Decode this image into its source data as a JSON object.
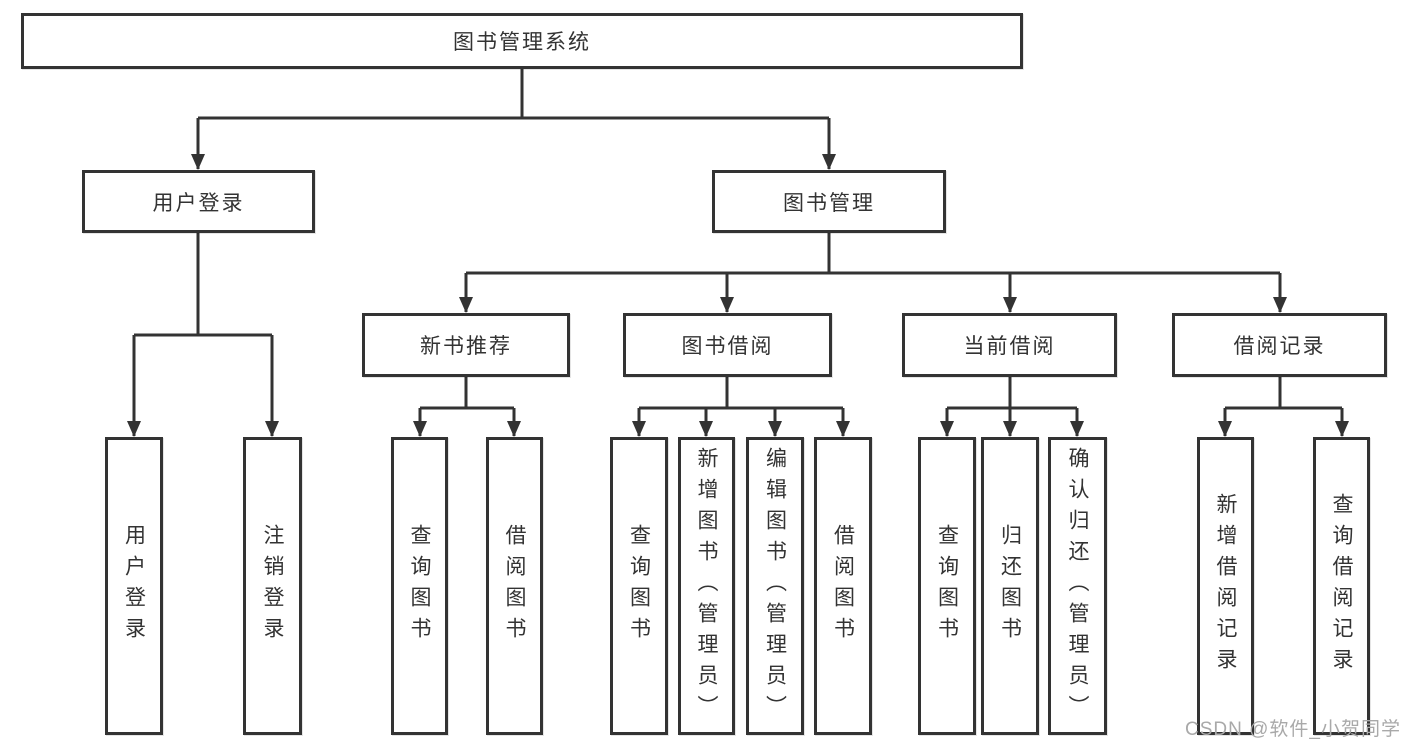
{
  "diagram": {
    "root": {
      "label": "图书管理系统"
    },
    "login": {
      "label": "用户登录",
      "children": [
        {
          "label": "用户登录"
        },
        {
          "label": "注销登录"
        }
      ]
    },
    "management": {
      "label": "图书管理",
      "groups": [
        {
          "label": "新书推荐",
          "children": [
            "查询图书",
            "借阅图书"
          ]
        },
        {
          "label": "图书借阅",
          "children": [
            "查询图书",
            "新增图书（管理员）",
            "编辑图书（管理员）",
            "借阅图书"
          ]
        },
        {
          "label": "当前借阅",
          "children": [
            "查询图书",
            "归还图书",
            "确认归还（管理员）"
          ]
        },
        {
          "label": "借阅记录",
          "children": [
            "新增借阅记录",
            "查询借阅记录"
          ]
        }
      ]
    },
    "watermark": "CSDN @软件_小贺同学",
    "colors": {
      "line": "#333333",
      "box_border": "#333333",
      "text": "#333333",
      "watermark": "#a9a9a9",
      "background": "#ffffff"
    }
  }
}
